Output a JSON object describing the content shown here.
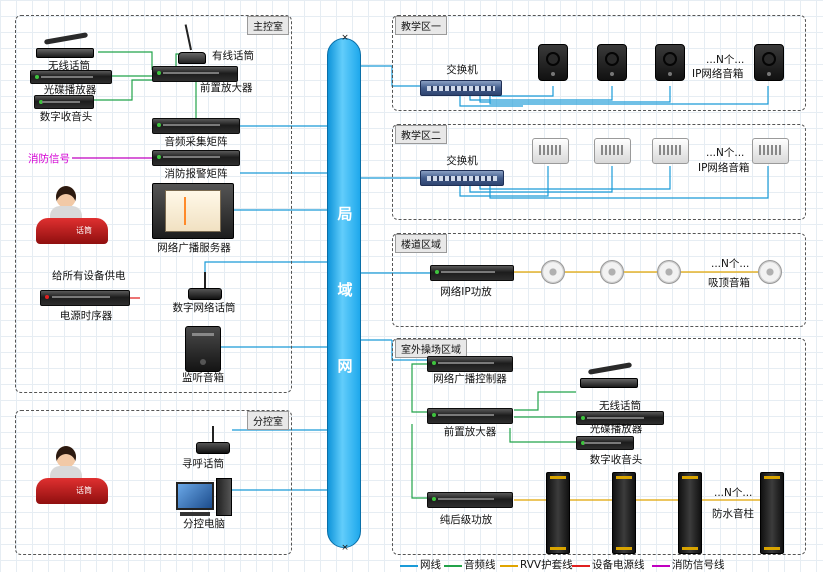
{
  "zones": {
    "main_control": "主控室",
    "branch_control": "分控室",
    "teach1": "教学区一",
    "teach2": "教学区二",
    "corridor": "楼道区域",
    "outdoor": "室外操场区域"
  },
  "backbone": {
    "chars": [
      "局",
      "域",
      "网"
    ],
    "end_mark": "×"
  },
  "labels": {
    "wireless_mic": "无线话筒",
    "wired_mic": "有线话筒",
    "cd_player": "光碟播放器",
    "digital_tuner": "数字收音头",
    "preamp": "前置放大器",
    "audio_matrix": "音频采集矩阵",
    "fire_signal": "消防信号",
    "fire_matrix": "消防报警矩阵",
    "broadcast_server": "网络广播服务器",
    "power_all": "给所有设备供电",
    "power_sequencer": "电源时序器",
    "digital_paging_mic": "数字网络话筒",
    "monitor_speaker": "监听音箱",
    "paging_mic": "寻呼话筒",
    "branch_pc": "分控电脑",
    "switch": "交换机",
    "ip_speaker": "IP网络音箱",
    "n_units": "...N个...",
    "ip_amp": "网络IP功放",
    "ceiling_speaker": "吸顶音箱",
    "broadcast_controller": "网络广播控制器",
    "pure_amp": "纯后级功放",
    "waterproof_column": "防水音柱",
    "desk_tag": "话筒"
  },
  "legend": [
    {
      "label": "网线",
      "color": "#1a9bd8"
    },
    {
      "label": "音频线",
      "color": "#22a34a"
    },
    {
      "label": "RVV护套线",
      "color": "#e0a500"
    },
    {
      "label": "设备电源线",
      "color": "#e02020"
    },
    {
      "label": "消防信号线",
      "color": "#c000c0"
    }
  ],
  "colors": {
    "network": "#1a9bd8",
    "audio": "#22a34a",
    "rvv": "#e0a500",
    "power": "#e02020",
    "fire": "#c000c0"
  }
}
